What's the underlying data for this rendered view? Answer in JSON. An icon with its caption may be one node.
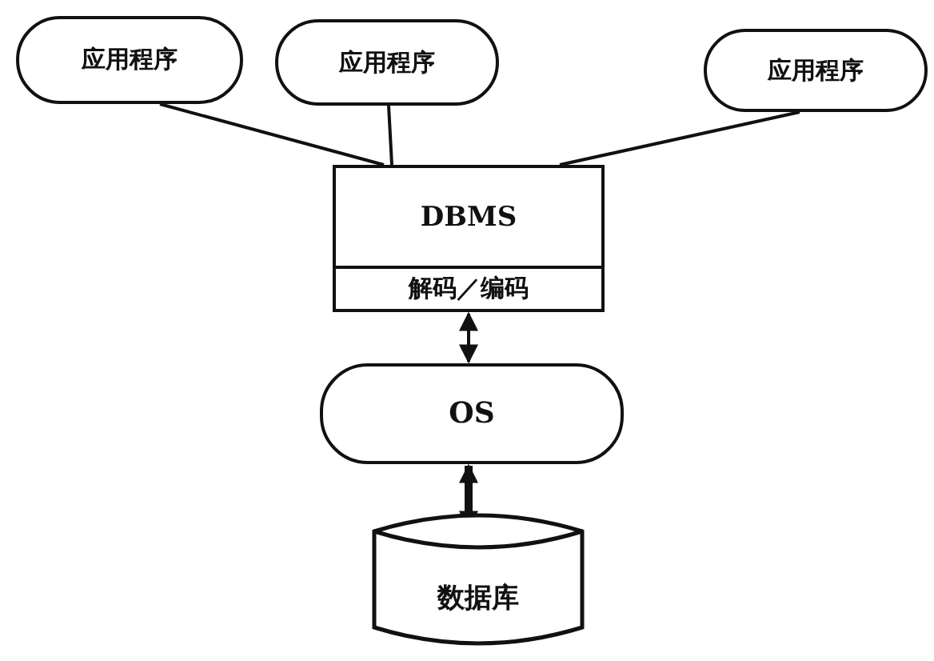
{
  "diagram": {
    "nodes": [
      {
        "text": [
          "应用程序"
        ]
      },
      {
        "text": [
          "应用程序"
        ]
      },
      {
        "text": [
          "应用程序"
        ]
      },
      {
        "text": [
          "DBMS",
          "解码／编码"
        ]
      },
      {
        "text": [
          "OS"
        ]
      },
      {
        "text": [
          "数据库"
        ]
      }
    ],
    "edges": [
      {
        "from": 0,
        "to": 3,
        "arrow": "none"
      },
      {
        "from": 1,
        "to": 3,
        "arrow": "none"
      },
      {
        "from": 2,
        "to": 3,
        "arrow": "none"
      },
      {
        "from": 3,
        "to": 4,
        "arrow": "both"
      },
      {
        "from": 4,
        "to": 5,
        "arrow": "both",
        "style": "thick"
      }
    ]
  }
}
